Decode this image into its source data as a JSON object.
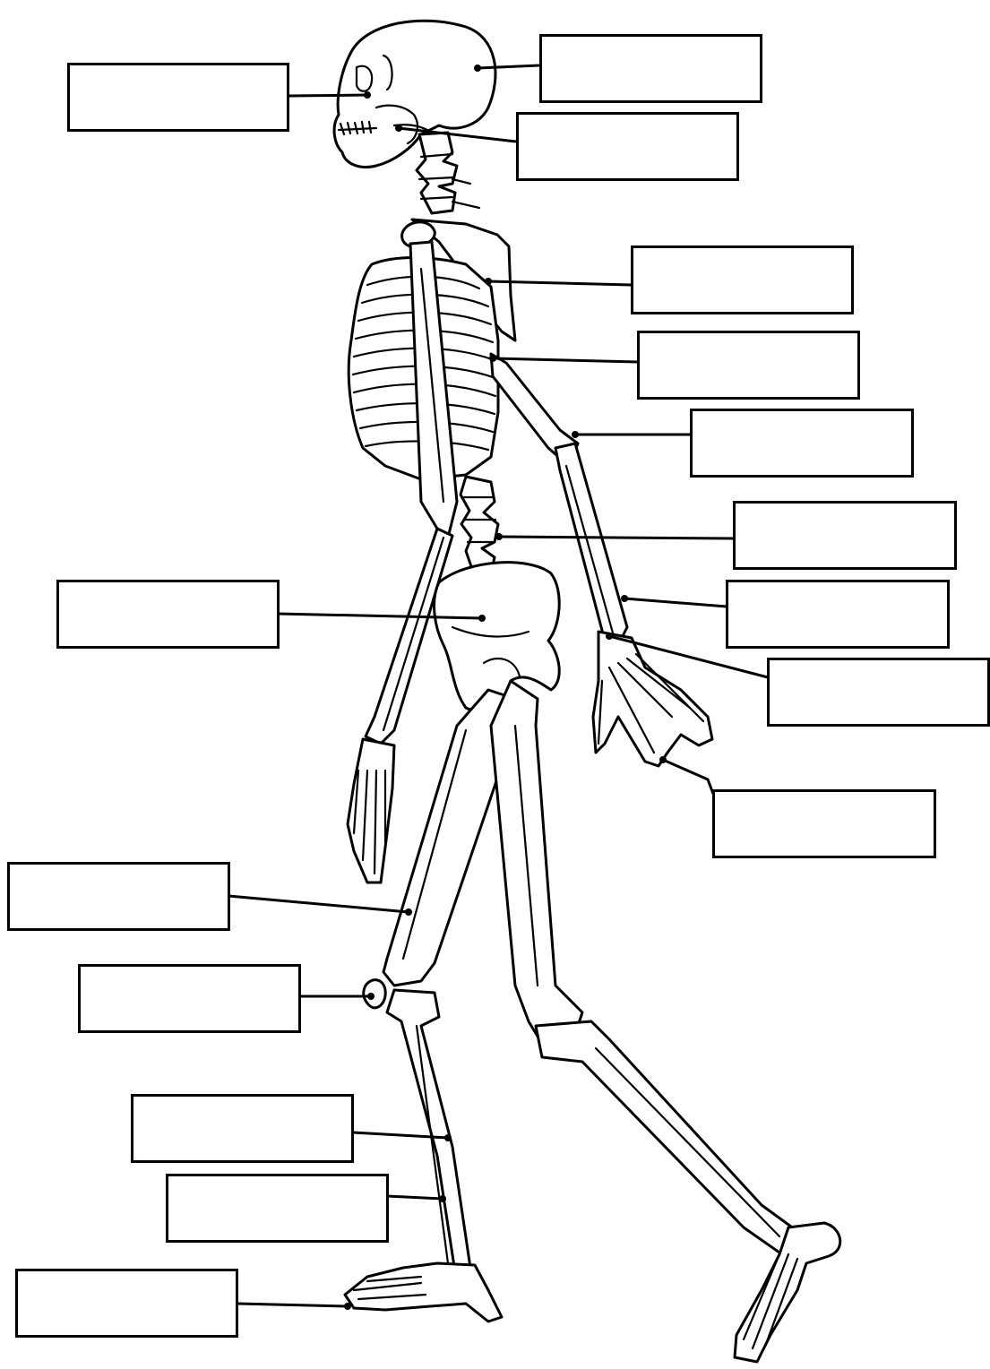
{
  "worksheet": {
    "labels": [
      {
        "id": "box-skull-front",
        "text": ""
      },
      {
        "id": "box-cranium",
        "text": ""
      },
      {
        "id": "box-mandible",
        "text": ""
      },
      {
        "id": "box-scapula",
        "text": ""
      },
      {
        "id": "box-ribs",
        "text": ""
      },
      {
        "id": "box-humerus-elbow",
        "text": ""
      },
      {
        "id": "box-vertebrae",
        "text": ""
      },
      {
        "id": "box-pelvis",
        "text": ""
      },
      {
        "id": "box-radius-ulna",
        "text": ""
      },
      {
        "id": "box-carpals",
        "text": ""
      },
      {
        "id": "box-phalanges-hand",
        "text": ""
      },
      {
        "id": "box-femur",
        "text": ""
      },
      {
        "id": "box-patella",
        "text": ""
      },
      {
        "id": "box-tibia",
        "text": ""
      },
      {
        "id": "box-fibula",
        "text": ""
      },
      {
        "id": "box-foot",
        "text": ""
      }
    ]
  },
  "colors": {
    "ink": "#000000",
    "paper": "#ffffff"
  }
}
